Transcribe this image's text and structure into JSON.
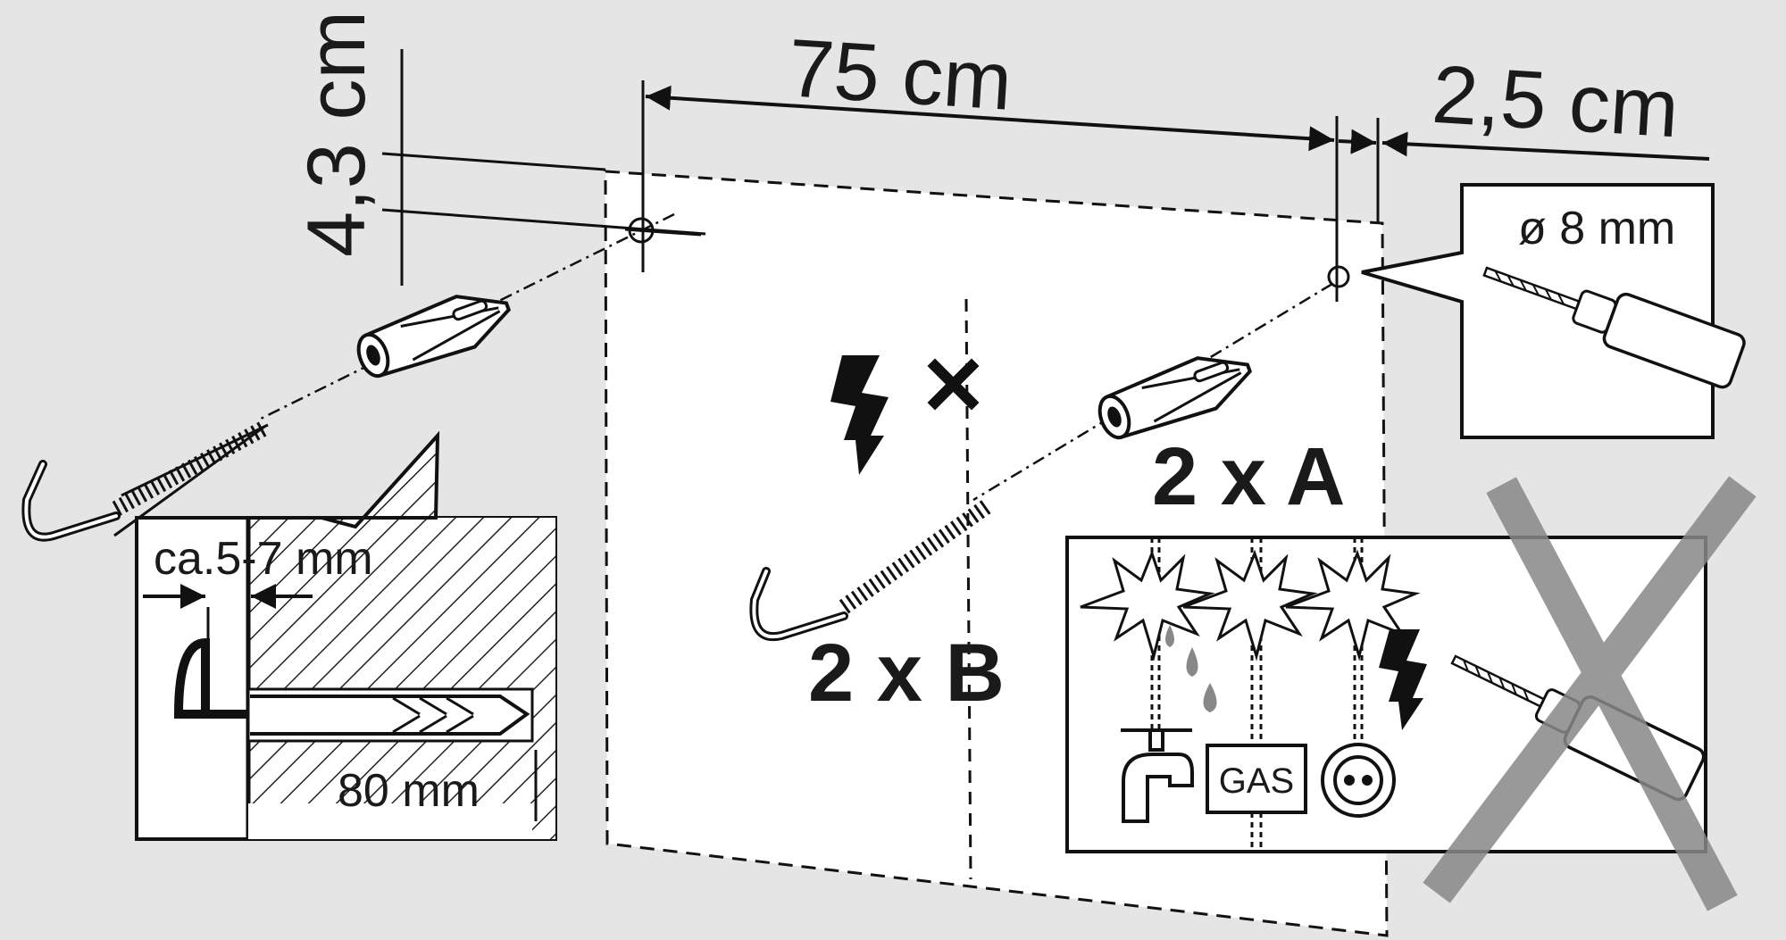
{
  "dimensions": {
    "hole_spacing": "75 cm",
    "edge_offset": "2,5 cm",
    "vertical_offset": "4,3 cm",
    "drill_diameter": "ø 8 mm",
    "gap": "ca.5-7 mm",
    "plug_depth": "80 mm"
  },
  "parts": {
    "plug_label": "2 x A",
    "hook_label": "2 x B"
  },
  "hazards": {
    "gas_label": "GAS"
  },
  "colors": {
    "background": "#e5e5e5",
    "panel": "#ffffff",
    "ink": "#1a1a1a",
    "cross": "#888888"
  }
}
